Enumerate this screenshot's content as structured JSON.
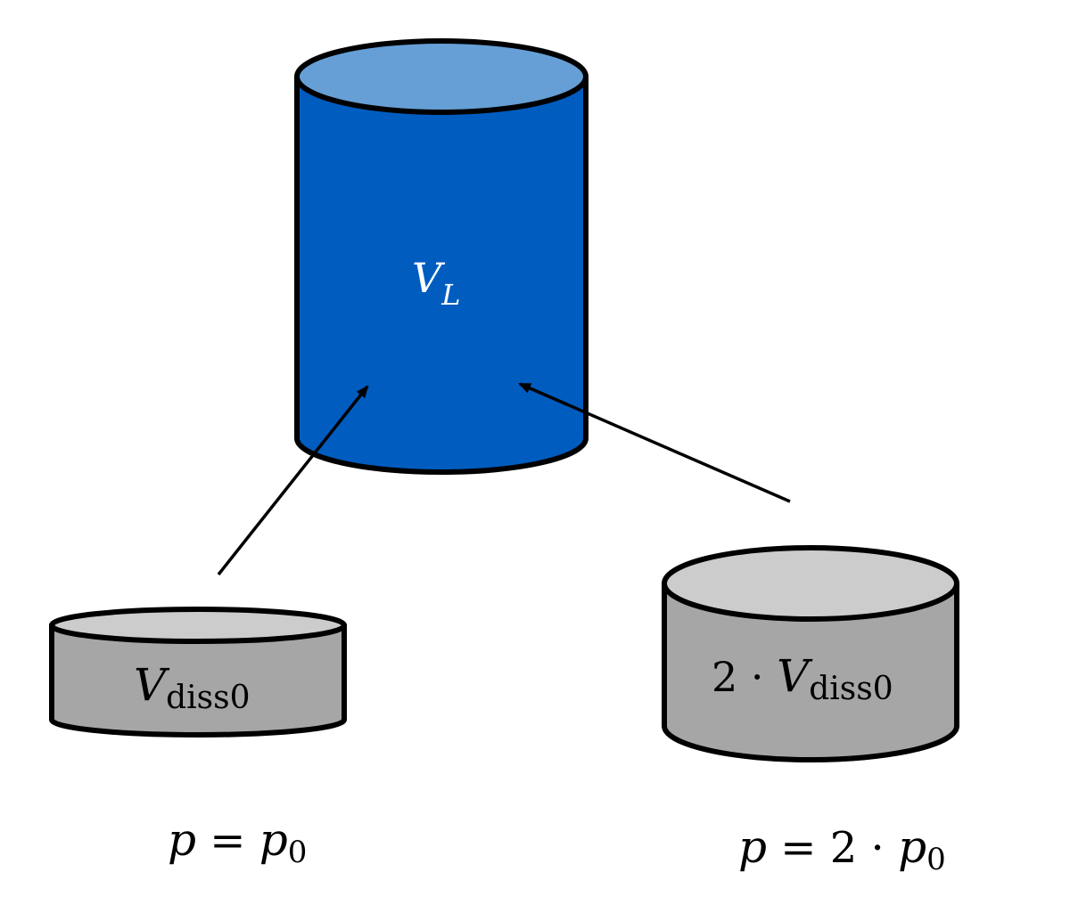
{
  "colors": {
    "large_body": "#005cbf",
    "large_top": "#669fd6",
    "small_body": "#a6a6a6",
    "small_top": "#cccccc",
    "outline": "#000000",
    "label_on_dark": "#ffffff",
    "label_on_light": "#000000"
  },
  "containers": {
    "large": {
      "label_main": "V",
      "label_sub": "L"
    },
    "small_left": {
      "label_main": "V",
      "label_sub": "diss0",
      "pressure_p": "p",
      "pressure_eq": " = ",
      "pressure_main": "p",
      "pressure_sub": "0"
    },
    "small_right": {
      "label_coef": "2 · ",
      "label_main": "V",
      "label_sub": "diss0",
      "pressure_p": "p",
      "pressure_eq": " = 2 · ",
      "pressure_main": "p",
      "pressure_sub": "0"
    }
  }
}
